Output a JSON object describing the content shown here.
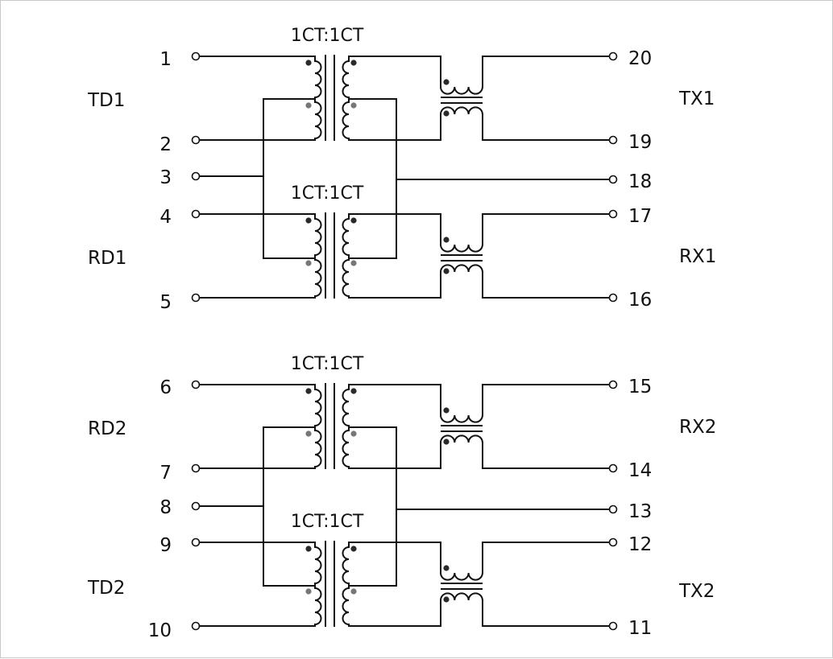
{
  "sections": [
    {
      "left_name": "TD1",
      "right_name": "TX1",
      "left_pins": [
        "1",
        "2"
      ],
      "right_pins": [
        "20",
        "19"
      ]
    },
    {
      "left_name": "RD1",
      "right_name": "RX1",
      "left_pins": [
        "4",
        "5"
      ],
      "right_pins": [
        "17",
        "16"
      ]
    },
    {
      "left_name": "RD2",
      "right_name": "RX2",
      "left_pins": [
        "6",
        "7"
      ],
      "right_pins": [
        "15",
        "14"
      ]
    },
    {
      "left_name": "TD2",
      "right_name": "TX2",
      "left_pins": [
        "9",
        "10"
      ],
      "right_pins": [
        "12",
        "11"
      ]
    }
  ],
  "transformer_ratio": "1CT:1CT",
  "center_taps": [
    {
      "left_pin": "3",
      "right_pin": "18"
    },
    {
      "left_pin": "8",
      "right_pin": "13"
    }
  ]
}
